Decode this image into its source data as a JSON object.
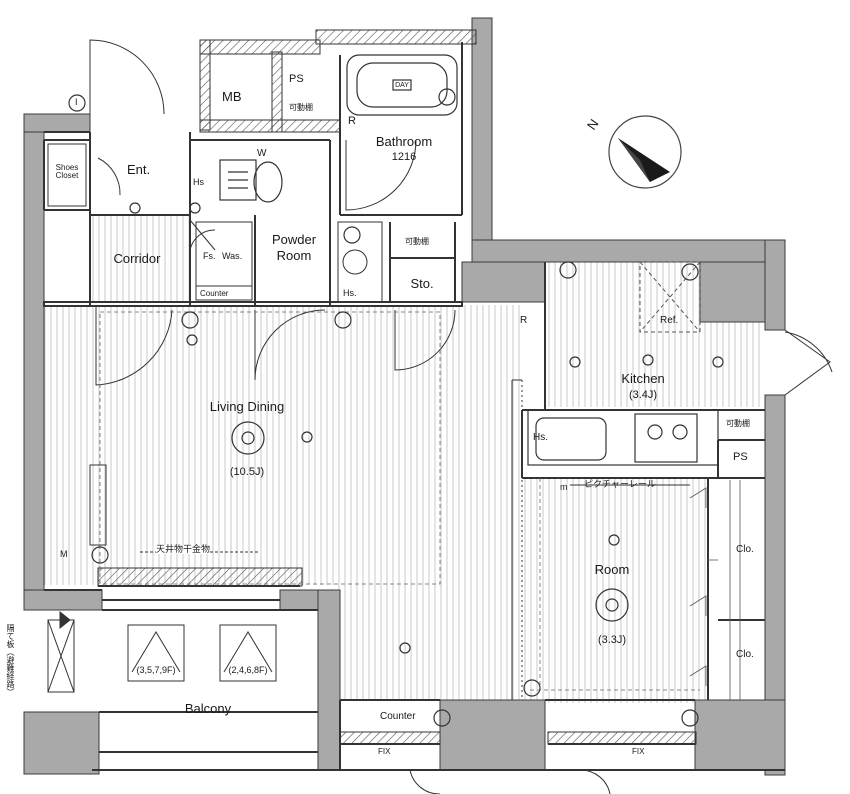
{
  "compass": {
    "north_label": "N"
  },
  "colors": {
    "wall": "#a9a9aa",
    "wall_edge": "#3b3b3b",
    "floor_line": "#b9b9b9",
    "text": "#1a1a1a"
  },
  "rooms": {
    "mb": "MB",
    "ps_top": "PS",
    "shelf_top": "可動棚",
    "r_bath": "R",
    "bathroom": "Bathroom",
    "bathroom_size": "1216",
    "bath_day": "DAY",
    "w_mark": "W",
    "shoes_closet": "Shoes\nCloset",
    "ent": "Ent.",
    "hs_toilet": "Hs",
    "corridor": "Corridor",
    "fs": "Fs.",
    "was": "Was.",
    "counter_small": "Counter",
    "powder_room": "Powder\nRoom",
    "hs_basin": "Hs.",
    "shelf_sto": "可動棚",
    "sto": "Sto.",
    "r_kitchen": "R",
    "ref": "Ref.",
    "kitchen": "Kitchen",
    "kitchen_size": "(3.4J)",
    "shelf_kitchen": "可動棚",
    "hs_kitchen": "Hs.",
    "ps_kitchen": "PS",
    "picture_rail": "ピクチャーレール",
    "m_mark": "m",
    "living_dining": "Living Dining",
    "living_size": "(10.5J)",
    "ceiling_hanger": "天井物干金物",
    "m_circle": "M",
    "room": "Room",
    "room_size": "(3.3J)",
    "clo1": "Clo.",
    "clo2": "Clo.",
    "unit_left": "(3,5,7,9F)",
    "unit_right": "(2,4,6,8F)",
    "balcony": "Balcony",
    "counter_bottom": "Counter",
    "fix1": "FIX",
    "fix2": "FIX",
    "vertical_note": "隔て板（避難経路）",
    "i_mark": "I"
  }
}
